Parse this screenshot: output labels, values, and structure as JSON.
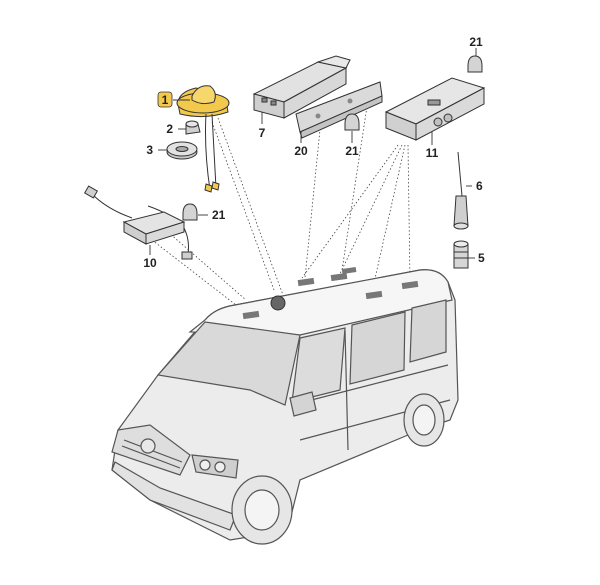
{
  "callouts": {
    "c1": "1",
    "c2": "2",
    "c3": "3",
    "c5": "5",
    "c6": "6",
    "c7": "7",
    "c10": "10",
    "c11": "11",
    "c20": "20",
    "c21a": "21",
    "c21b": "21",
    "c21c": "21"
  },
  "colors": {
    "highlight": "#f2c94c",
    "part_fill": "#e4e4e4",
    "part_dark": "#bdbdbd",
    "van_body": "#ececec"
  }
}
